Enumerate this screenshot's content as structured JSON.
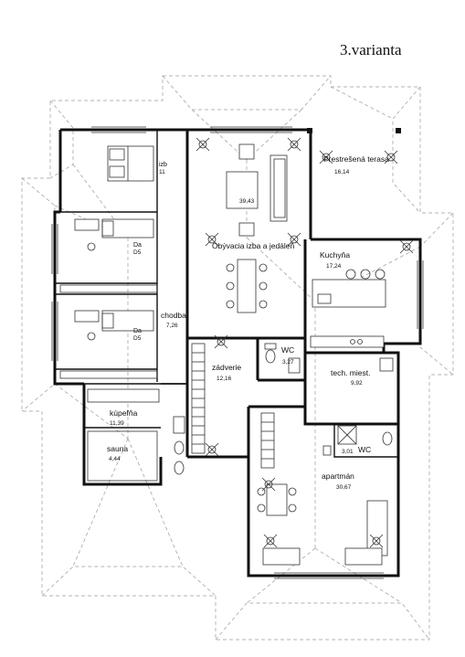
{
  "title": "3.varianta",
  "rooms": {
    "living": {
      "name": "Obývacia izba a jedáleň",
      "area": "39,43"
    },
    "terrace": {
      "name": "Prestrešená terasa",
      "area": "16,14"
    },
    "kitchen": {
      "name": "Kuchyňa",
      "area": "17,24"
    },
    "bedroom": {
      "name": "izb",
      "area": "11"
    },
    "kid1": {
      "name": "Da",
      "area": "D5"
    },
    "kid2": {
      "name": "Da",
      "area": "D5"
    },
    "corridor": {
      "name": "chodba",
      "area": "7,26"
    },
    "wc1": {
      "name": "WC",
      "area": "3,27"
    },
    "tech": {
      "name": "tech. miest.",
      "area": "9,92"
    },
    "hall": {
      "name": "zádverie",
      "area": "12,16"
    },
    "bath": {
      "name": "kúpeľňa",
      "area": "11,39"
    },
    "sauna": {
      "name": "sauna",
      "area": "4,44"
    },
    "wc2": {
      "name": "WC",
      "area": "3,01"
    },
    "apartment": {
      "name": "apartmán",
      "area": "30,67"
    }
  },
  "icons": {
    "ceiling_light": "ceiling-light-icon",
    "sofa": "sofa-icon",
    "bed": "bed-icon",
    "table": "table-icon",
    "stove": "stove-icon",
    "toilet": "toilet-icon",
    "sink": "sink-icon",
    "bathtub": "bathtub-icon",
    "stairs": "stairs-icon"
  }
}
